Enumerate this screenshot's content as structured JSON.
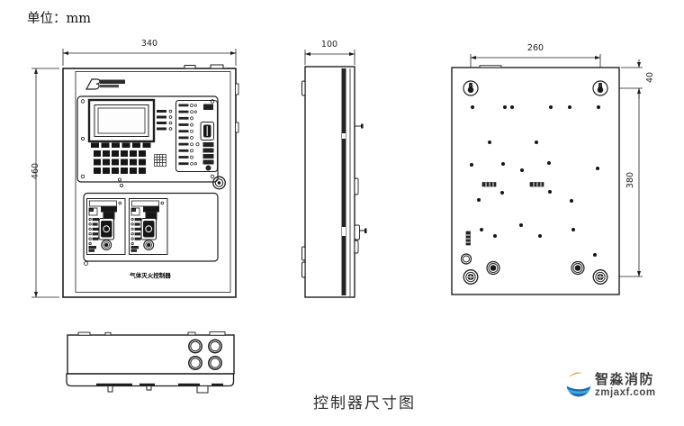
{
  "unit_label": "单位：mm",
  "caption": "控制器尺寸图",
  "front_panel_title": "气体灭火控制器",
  "dims": {
    "front_width": "340",
    "front_height": "460",
    "side_depth": "100",
    "back_width": "260",
    "back_top": "40",
    "back_height": "380"
  },
  "logo": {
    "brand": "智淼消防",
    "website": "zmjaxf.com"
  },
  "colors": {
    "line": "#1f1f1f",
    "text": "#222222",
    "background": "#ffffff",
    "logo_orange": "#f0861c",
    "logo_blue": "#1a68ae",
    "logo_light_blue": "#3fa9dc"
  }
}
